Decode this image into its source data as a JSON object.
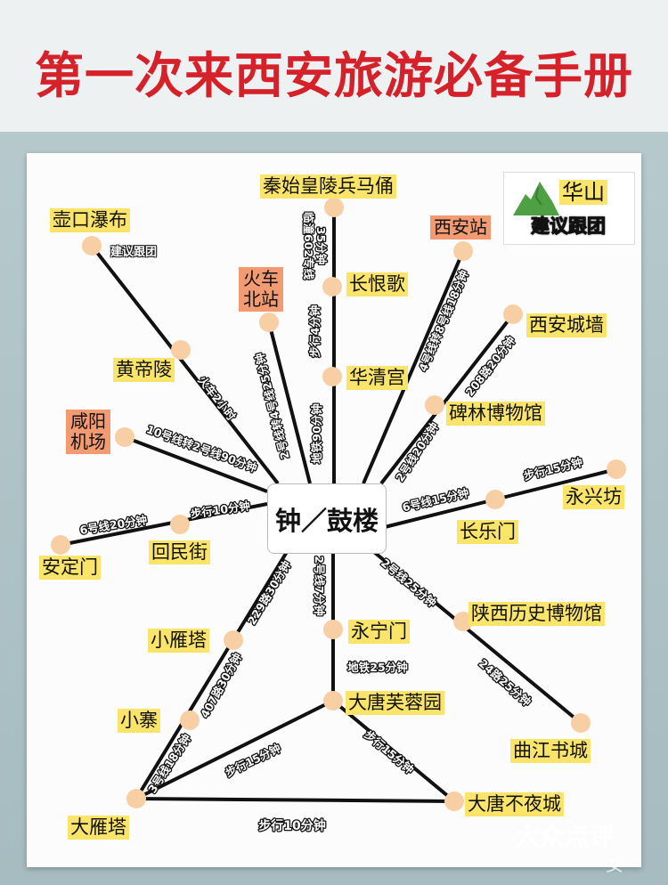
{
  "title": "第一次来西安旅游必备手册",
  "hub": "钟／鼓楼",
  "colors": {
    "title": "#d5222a",
    "label_bg": "#fbe46a",
    "station_bg": "#f29a72",
    "node": "#f8cfa5",
    "mountain": "#4f9f45"
  },
  "huashan": {
    "name": "华山",
    "note": "建议跟团",
    "icon": "mountain-icon"
  },
  "nodes": {
    "bingmayong": "秦始皇陵兵马俑",
    "changhenge": "长恨歌",
    "huaqinggong": "华清宫",
    "hukou": "壶口瀑布",
    "hukou_note": "建议跟团",
    "huangdiling": "黄帝陵",
    "huochebeizhan": "火车北站",
    "xianzhan": "西安站",
    "chengqiang": "西安城墙",
    "beilin": "碑林博物馆",
    "xianyang": "咸阳机场",
    "huiminjie": "回民街",
    "andingmen": "安定门",
    "changlemen": "长乐门",
    "yongxingfang": "永兴坊",
    "shaanxi_museum": "陕西历史博物馆",
    "qujiang": "曲江书城",
    "yongningmen": "永宁门",
    "furongyuan": "大唐芙蓉园",
    "xiaoyanta": "小雁塔",
    "xiaozhai": "小寨",
    "dayanta": "大雁塔",
    "budeyecheng": "大唐不夜城"
  },
  "edges": {
    "hub_huaqinggong": "地铁90分钟",
    "huaqinggong_changhenge": "步行4分钟",
    "changhenge_bingmayong_1": "临潼602专线",
    "changhenge_bingmayong_2": "35分钟",
    "hub_huochebeizhan": "2号线转4号线25分钟",
    "hub_huangdiling": "火车2小时",
    "hub_xianyang": "10号线转2号线90分钟",
    "hub_huiminjie": "步行10分钟",
    "huiminjie_andingmen": "6号线20分钟",
    "hub_xianzhan": "4号线转8号线18分钟",
    "hub_beilin": "2号线20分钟",
    "beilin_chengqiang": "208路20分钟",
    "hub_changlemen": "6号线15分钟",
    "changlemen_yongxingfang": "步行15分钟",
    "hub_shaanxi_museum": "2号线25分钟",
    "museum_qujiang": "24路25分钟",
    "hub_yongningmen": "2号线7分钟",
    "yongningmen_furongyuan": "地铁25分钟",
    "hub_xiaoyanta": "229路30分钟",
    "xiaoyanta_xiaozhai": "407路30分钟",
    "xiaozhai_dayanta": "3号线18分钟",
    "dayanta_furongyuan": "步行15分钟",
    "furongyuan_budeyecheng": "步行15分钟",
    "dayanta_budeyecheng": "步行10分钟"
  },
  "watermark": {
    "brand": "大众点评",
    "user": "女"
  }
}
